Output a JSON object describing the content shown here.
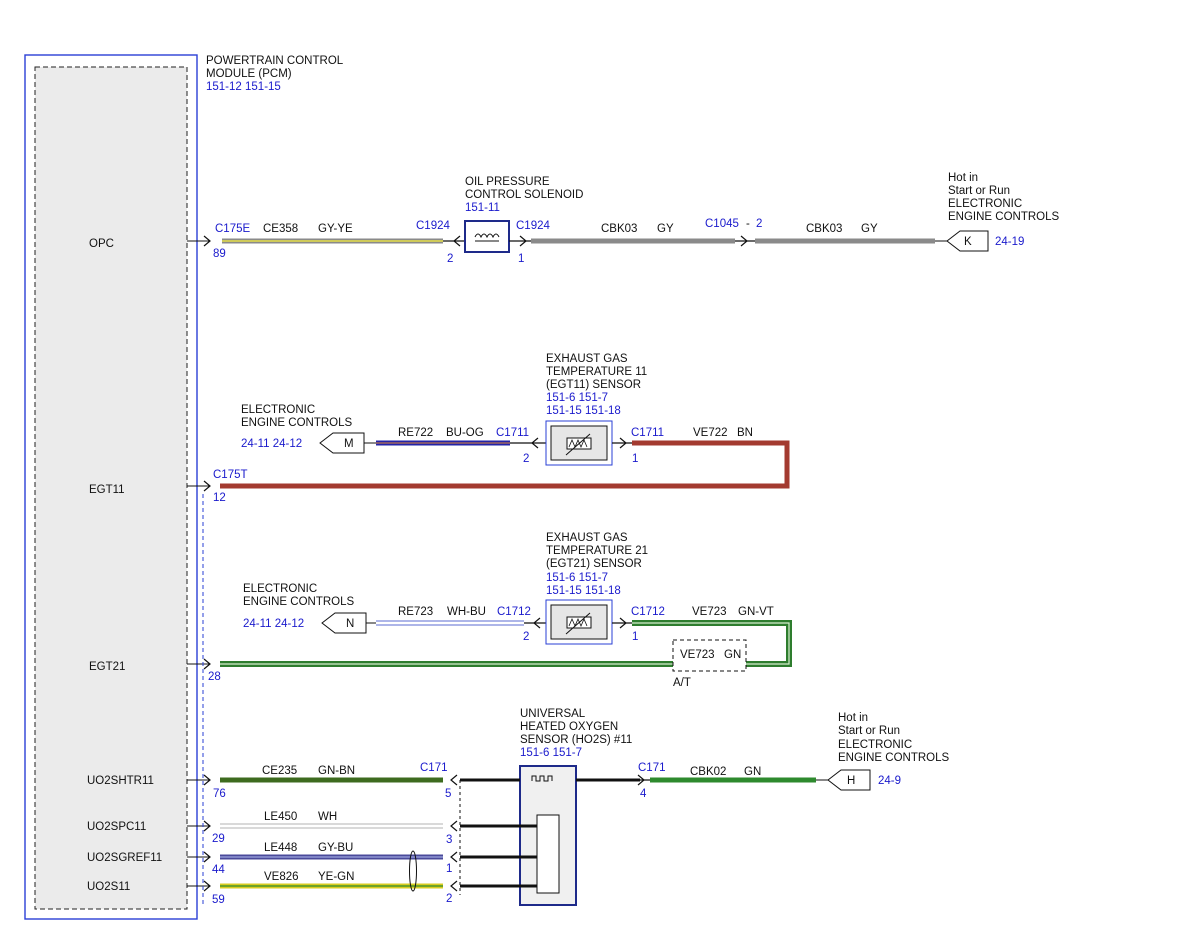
{
  "pcm": {
    "title_line1": "POWERTRAIN CONTROL",
    "title_line2": "MODULE (PCM)",
    "refs": "151-12  151-15",
    "signals": [
      "OPC",
      "EGT11",
      "EGT21",
      "UO2SHTR11",
      "UO2SPC11",
      "UO2SGREF11",
      "UO2S11"
    ]
  },
  "circuit_opc": {
    "connector": "C175E",
    "pin": "89",
    "wire1_id": "CE358",
    "wire1_color": "GY-YE",
    "sol_conn_left": "C1924",
    "sol_pin_left": "2",
    "sol_conn_right": "C1924",
    "sol_pin_right": "1",
    "wire2_id": "CBK03",
    "wire2_color": "GY",
    "splice": "C1045",
    "splice_dash": "-",
    "splice_pin": "2",
    "wire3_id": "CBK03",
    "wire3_color": "GY",
    "term_letter": "K",
    "term_ref": "24-19",
    "hot_line1": "Hot in",
    "hot_line2": "Start or Run",
    "hot_line3": "ELECTRONIC",
    "hot_line4": "ENGINE CONTROLS",
    "sol_title1": "OIL PRESSURE",
    "sol_title2": "CONTROL SOLENOID",
    "sol_ref": "151-11"
  },
  "circuit_egt11": {
    "title1": "EXHAUST GAS",
    "title2": "TEMPERATURE 11",
    "title3": "(EGT11) SENSOR",
    "refs1": "151-6  151-7",
    "refs2": "151-15  151-18",
    "ec1": "ELECTRONIC",
    "ec2": "ENGINE CONTROLS",
    "ec_refs": "24-11  24-12",
    "term_letter": "M",
    "wire_left_id": "RE722",
    "wire_left_color": "BU-OG",
    "conn_left": "C1711",
    "pin_left": "2",
    "conn_right": "C1711",
    "pin_right": "1",
    "wire_right_id": "VE722",
    "wire_right_color": "BN",
    "pcm_conn": "C175T",
    "pcm_pin": "12"
  },
  "circuit_egt21": {
    "title1": "EXHAUST GAS",
    "title2": "TEMPERATURE 21",
    "title3": "(EGT21) SENSOR",
    "refs1": "151-6  151-7",
    "refs2": "151-15  151-18",
    "ec1": "ELECTRONIC",
    "ec2": "ENGINE CONTROLS",
    "ec_refs": "24-11  24-12",
    "term_letter": "N",
    "wire_left_id": "RE723",
    "wire_left_color": "WH-BU",
    "conn_left": "C1712",
    "pin_left": "2",
    "conn_right": "C1712",
    "pin_right": "1",
    "wire_right_id": "VE723",
    "wire_right_color": "GN-VT",
    "alt_id": "VE723",
    "alt_color": "GN",
    "alt_label": "A/T",
    "pcm_pin": "28"
  },
  "circuit_ho2s": {
    "title1": "UNIVERSAL",
    "title2": "HEATED OXYGEN",
    "title3": "SENSOR (HO2S) #11",
    "refs": "151-6  151-7",
    "hot_line1": "Hot in",
    "hot_line2": "Start or Run",
    "hot_line3": "ELECTRONIC",
    "hot_line4": "ENGINE CONTROLS",
    "term_letter": "H",
    "term_ref": "24-9",
    "conn_left": "C171",
    "conn_right": "C171",
    "pin_right": "4",
    "wire_pwr_id": "CBK02",
    "wire_pwr_color": "GN",
    "w1_id": "CE235",
    "w1_color": "GN-BN",
    "w1_pcm_pin": "76",
    "w1_conn_pin": "5",
    "w2_id": "LE450",
    "w2_color": "WH",
    "w2_pcm_pin": "29",
    "w2_conn_pin": "3",
    "w3_id": "LE448",
    "w3_color": "GY-BU",
    "w3_pcm_pin": "44",
    "w3_conn_pin": "1",
    "w4_id": "VE826",
    "w4_color": "YE-GN",
    "w4_pcm_pin": "59",
    "w4_conn_pin": "2"
  },
  "colors": {
    "ref_blue": "#1a1acc",
    "wire_gray": "#8a8a8a",
    "wire_brown": "#a33a30",
    "wire_blue": "#2323a8",
    "wire_green": "#2e7d2e",
    "wire_dkgreen": "#3d6b1f",
    "wire_yellow": "#e6e04a"
  }
}
